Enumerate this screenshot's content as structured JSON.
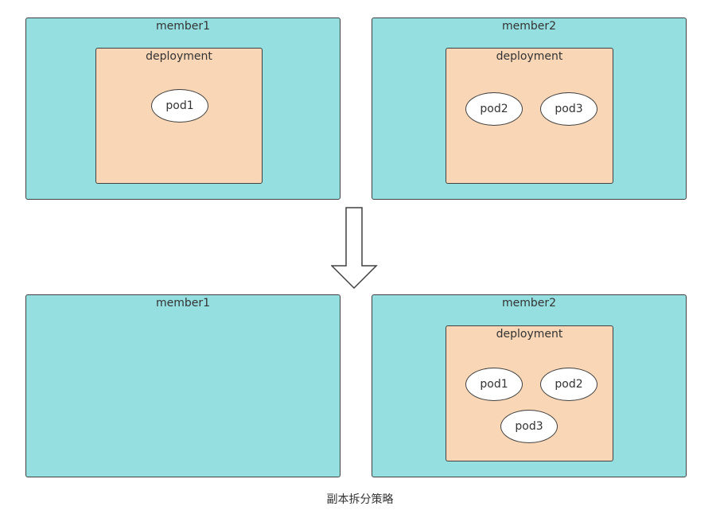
{
  "top_row": {
    "member1": {
      "label": "member1",
      "deployment": {
        "label": "deployment",
        "pods": [
          "pod1"
        ]
      }
    },
    "member2": {
      "label": "member2",
      "deployment": {
        "label": "deployment",
        "pods": [
          "pod2",
          "pod3"
        ]
      }
    }
  },
  "bottom_row": {
    "member1": {
      "label": "member1"
    },
    "member2": {
      "label": "member2",
      "deployment": {
        "label": "deployment",
        "pods": [
          "pod1",
          "pod2",
          "pod3"
        ]
      }
    }
  },
  "arrow": {
    "direction": "down",
    "icon": "hollow-down-arrow-icon"
  },
  "caption": "副本拆分策略",
  "colors": {
    "member_fill": "#96dfe0",
    "deployment_fill": "#f8d6b6",
    "pod_fill": "#ffffff",
    "border": "#404040"
  }
}
